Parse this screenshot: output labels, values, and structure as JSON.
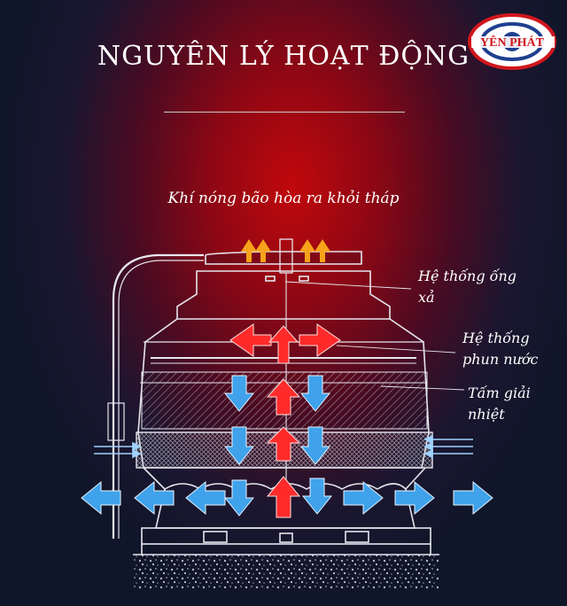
{
  "header": {
    "title": "NGUYÊN LÝ HOẠT ĐỘNG",
    "brand": "YÊN PHÁT"
  },
  "diagram": {
    "top_caption": "Khí nóng bão hòa ra khỏi tháp",
    "labels": [
      "Hệ thống ống xả",
      "Hệ thống phun nước",
      "Tấm giải nhiệt"
    ],
    "colors": {
      "hot_air_arrow": "#ff2b2b",
      "cold_water_arrow": "#3fa2ea",
      "exhaust_arrow": "#f7a21b",
      "outline": "#e6e6ee"
    }
  }
}
